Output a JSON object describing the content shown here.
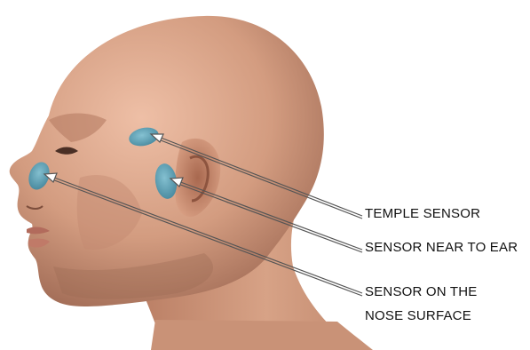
{
  "labels": {
    "temple": "TEMPLE SENSOR",
    "ear": "SENSOR NEAR TO EAR",
    "nose_line1": "SENSOR ON THE",
    "nose_line2": "NOSE SURFACE"
  },
  "colors": {
    "sensor": "#5aa9c2",
    "skin_light": "#e6b49a",
    "skin_mid": "#c98e72",
    "skin_dark": "#8a5a45",
    "arrow": "#555555"
  }
}
